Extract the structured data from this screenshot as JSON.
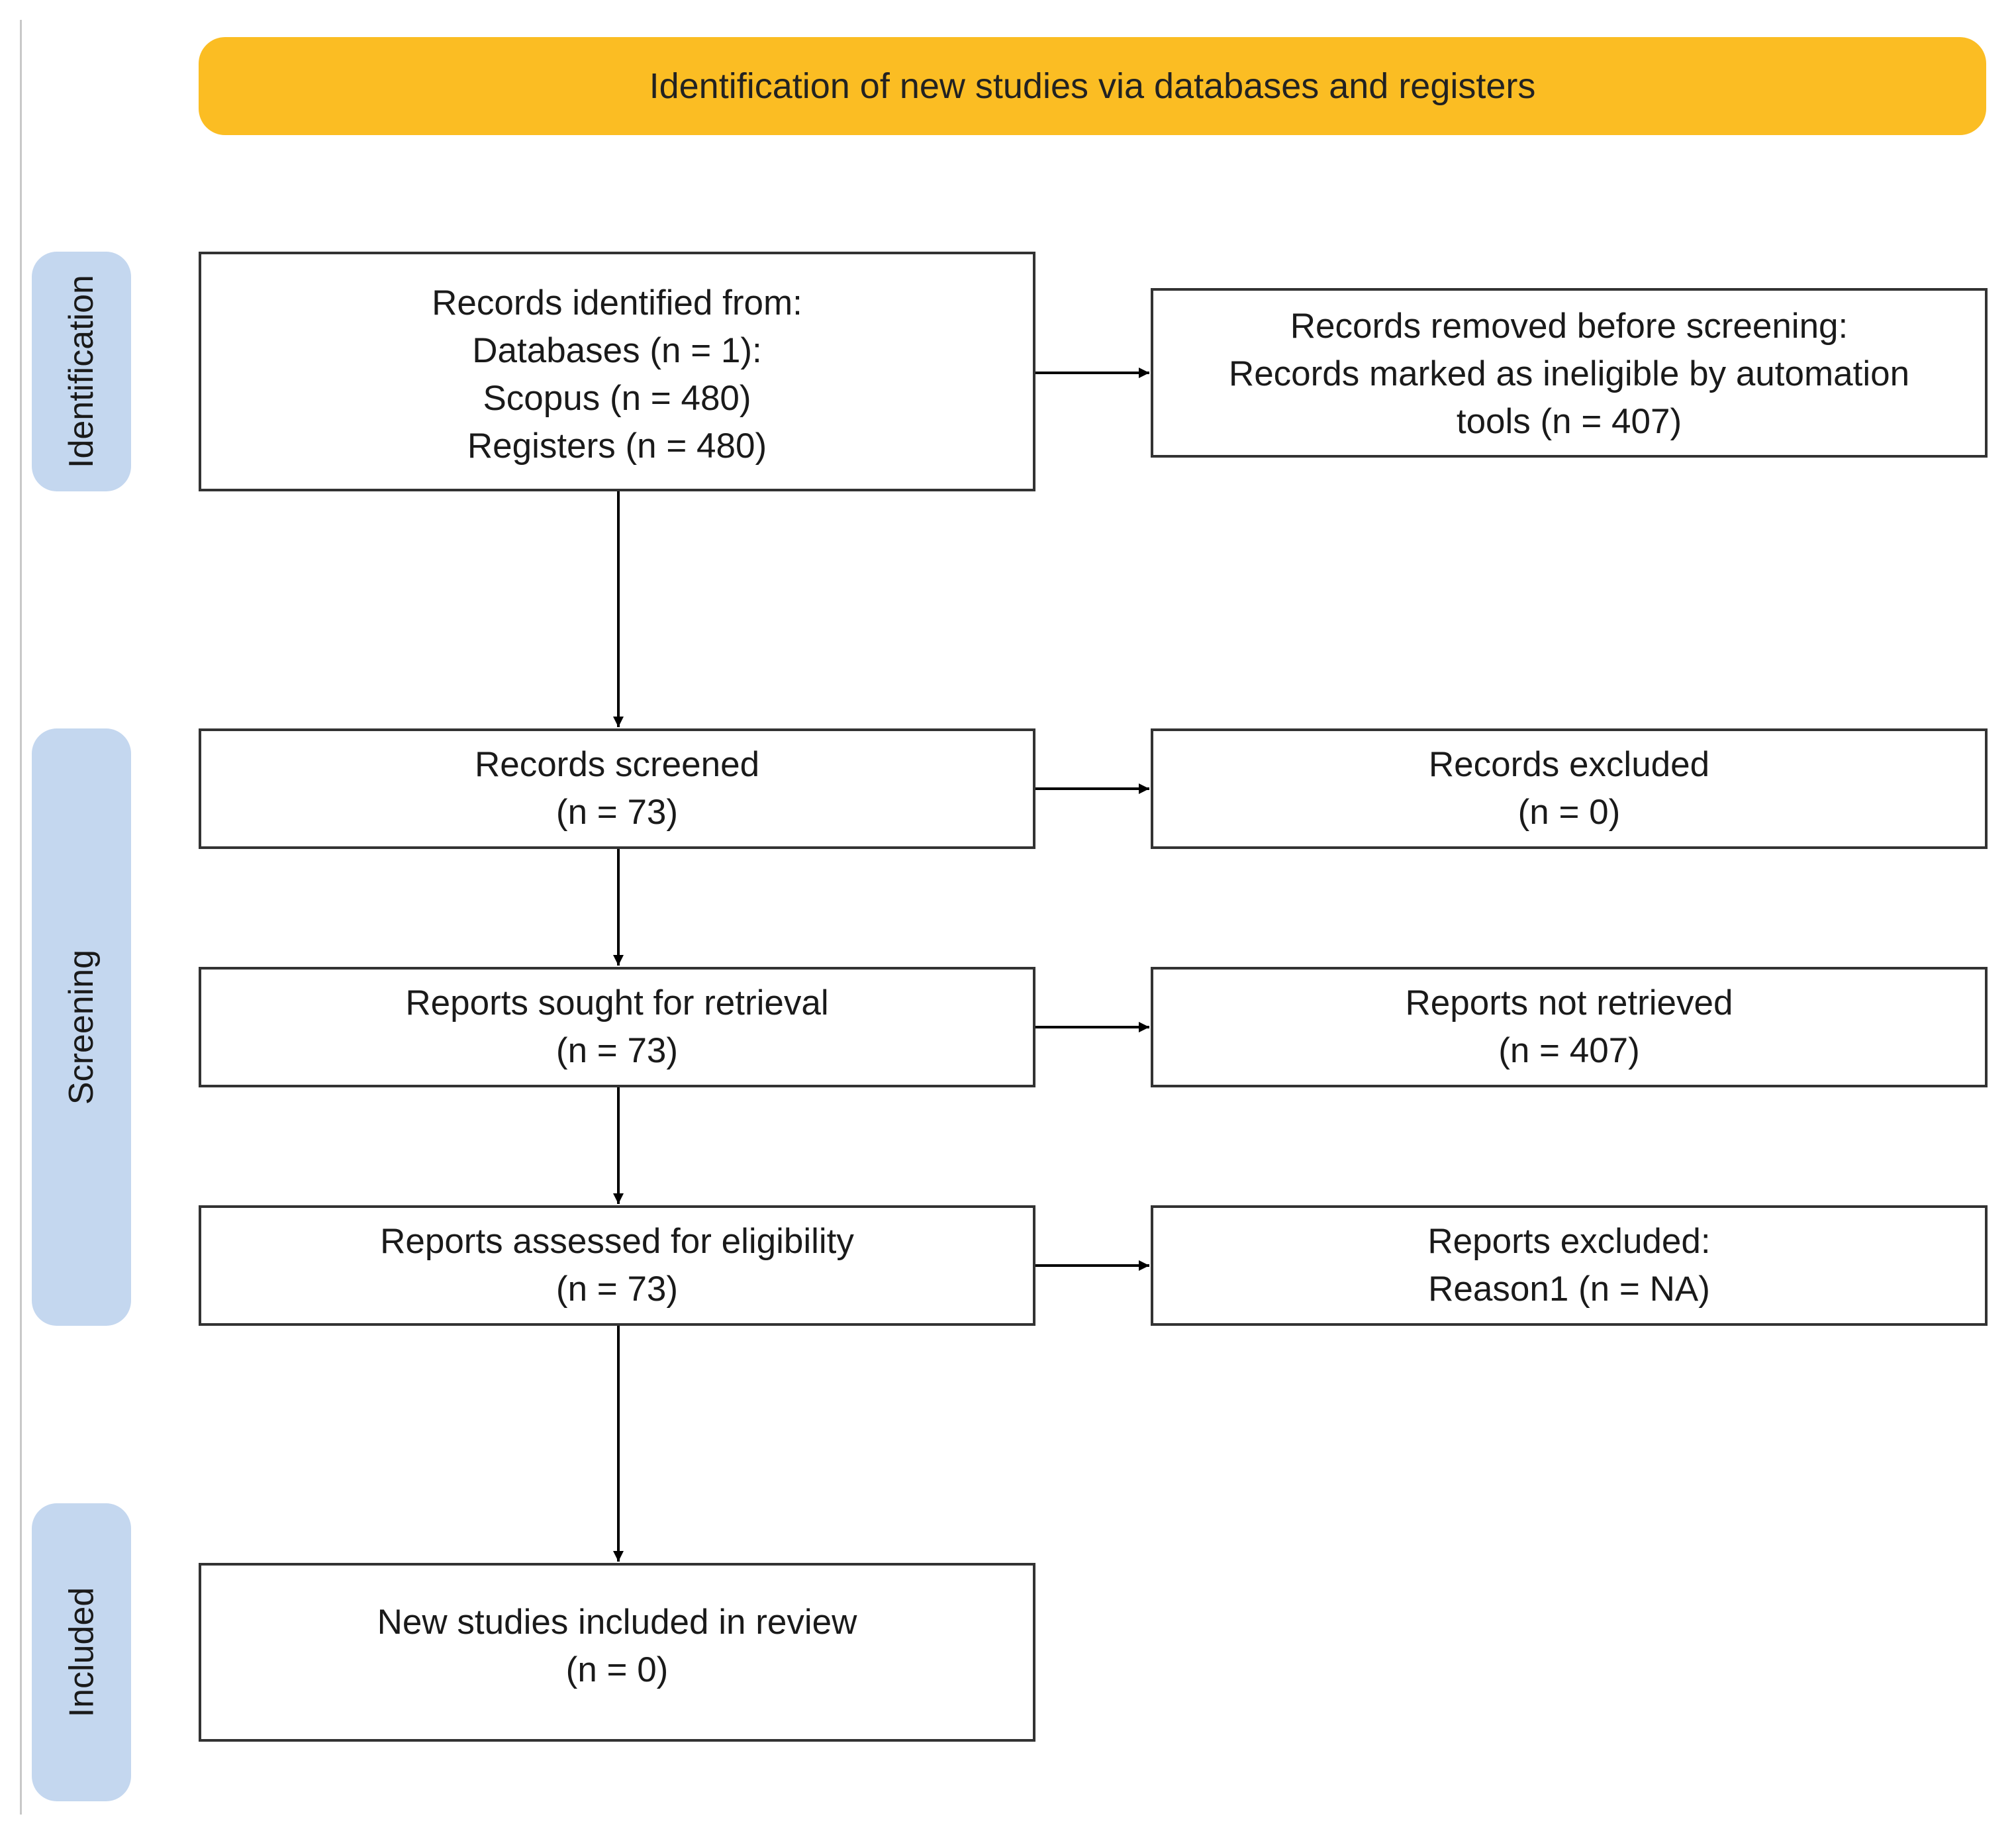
{
  "banner": {
    "title": "Identification of new studies via databases and registers"
  },
  "phases": {
    "identification": "Identification",
    "screening": "Screening",
    "included": "Included"
  },
  "boxes": {
    "records_identified": "Records identified from:\nDatabases (n = 1):\nScopus (n = 480)\nRegisters (n = 480)",
    "records_removed": "Records removed before screening:\nRecords marked as ineligible by automation\ntools (n = 407)",
    "records_screened": "Records screened\n(n = 73)",
    "records_excluded": "Records excluded\n(n = 0)",
    "reports_sought": "Reports sought for retrieval\n(n = 73)",
    "reports_not_retrieved": "Reports not retrieved\n(n = 407)",
    "reports_assessed": "Reports assessed for eligibility\n(n = 73)",
    "reports_excluded": "Reports excluded:\nReason1 (n = NA)",
    "studies_included": "New studies included in review\n(n = 0)"
  },
  "colors": {
    "banner": "#fbbd23",
    "phase_label_bg": "#c4d7ef",
    "box_border": "#333333",
    "arrow": "#000000"
  }
}
